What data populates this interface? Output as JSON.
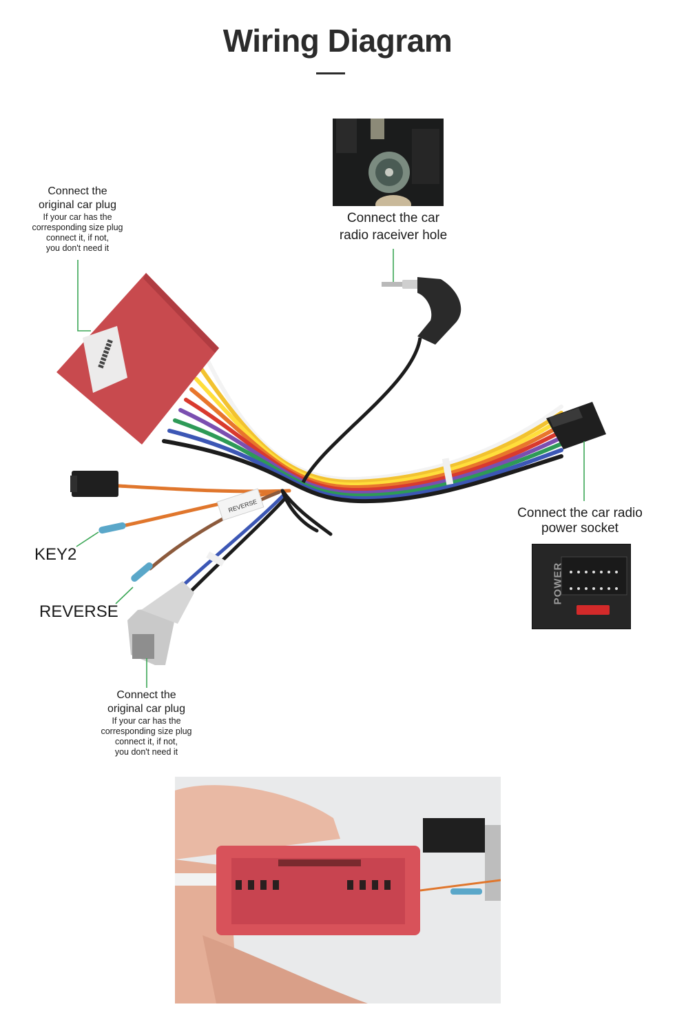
{
  "title": "Wiring Diagram",
  "labels": {
    "top_left_plug": {
      "main": [
        "Connect the",
        "original car plug"
      ],
      "sub": [
        "If your car has the",
        "corresponding size plug",
        "connect it, if not,",
        "you don't need it"
      ]
    },
    "antenna": {
      "main": [
        "Connect the  car",
        "radio raceiver hole"
      ]
    },
    "power_socket": {
      "main": [
        "Connect the car radio",
        "power socket"
      ]
    },
    "key2": "KEY2",
    "reverse": "REVERSE",
    "bottom_plug": {
      "main": [
        "Connect the",
        "original car plug"
      ],
      "sub": [
        "If your car has the",
        "corresponding size plug",
        "connect it, if not,",
        "you don't need it"
      ]
    },
    "power_photo_text": "POWER",
    "sticker_text": "REVERSE"
  },
  "colors": {
    "leader_line": "#3aa655",
    "connector_red": "#c84a4e",
    "connector_grey": "#c9c9c9",
    "title": "#2b2b2b"
  },
  "wire_colors": [
    "#f3f3f3",
    "#f2c230",
    "#ffde3b",
    "#e8762c",
    "#d93a2e",
    "#7b4fb0",
    "#2e9a57",
    "#3c57b5",
    "#1c1c1c",
    "#8c5a3c",
    "#f0a030"
  ]
}
